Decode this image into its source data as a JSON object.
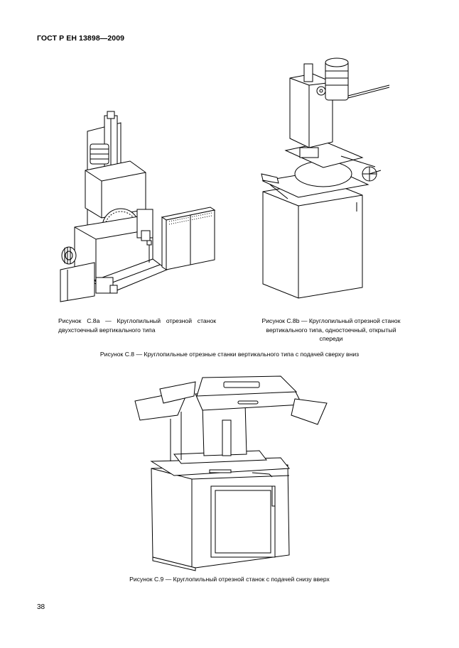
{
  "header": {
    "standard": "ГОСТ Р ЕН 13898—2009"
  },
  "figures": {
    "c8a": {
      "caption": "Рисунок С.8a — Круглопильный отрезной станок двухстоечный вертикального типа"
    },
    "c8b": {
      "caption": "Рисунок С.8b — Круглопильный отрезной станок вертикального типа, одностоечный, открытый спереди"
    },
    "c8": {
      "caption": "Рисунок С.8 — Круглопильные отрезные станки вертикального типа с подачей сверху вниз"
    },
    "c9": {
      "caption": "Рисунок С.9 — Круглопильный отрезной станок с подачей снизу вверх"
    }
  },
  "footer": {
    "page_number": "38"
  }
}
